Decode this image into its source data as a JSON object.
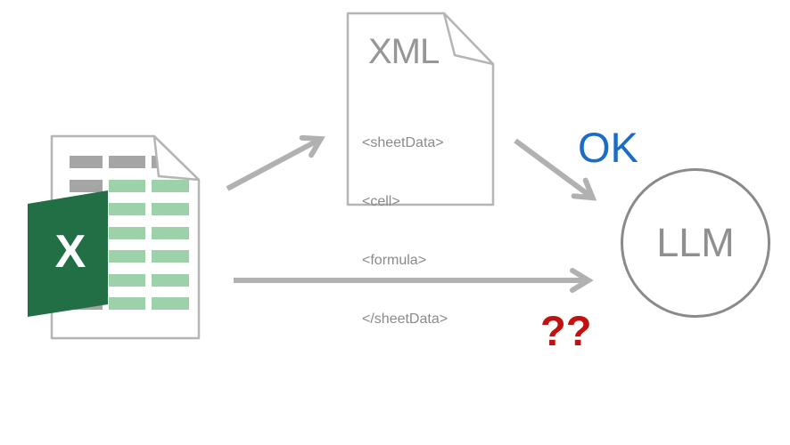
{
  "excel_doc": {
    "letter": "X"
  },
  "xml_doc": {
    "title": "XML",
    "lines": [
      "<sheetData>",
      "<cell>",
      "<formula>",
      "</sheetData>"
    ]
  },
  "llm_node": {
    "label": "LLM"
  },
  "annotations": {
    "ok_label": "OK",
    "question_label": "??"
  },
  "colors": {
    "excel_flag_green": "#226e45",
    "cell_green": "#9cd1a9",
    "cell_gray": "#a5a5a5",
    "outline_gray": "#b5b5b5",
    "arrow_gray": "#b1b1b1",
    "ok_blue": "#1b6cc4",
    "question_red": "#c11111",
    "text_gray": "#8f8f8f"
  }
}
